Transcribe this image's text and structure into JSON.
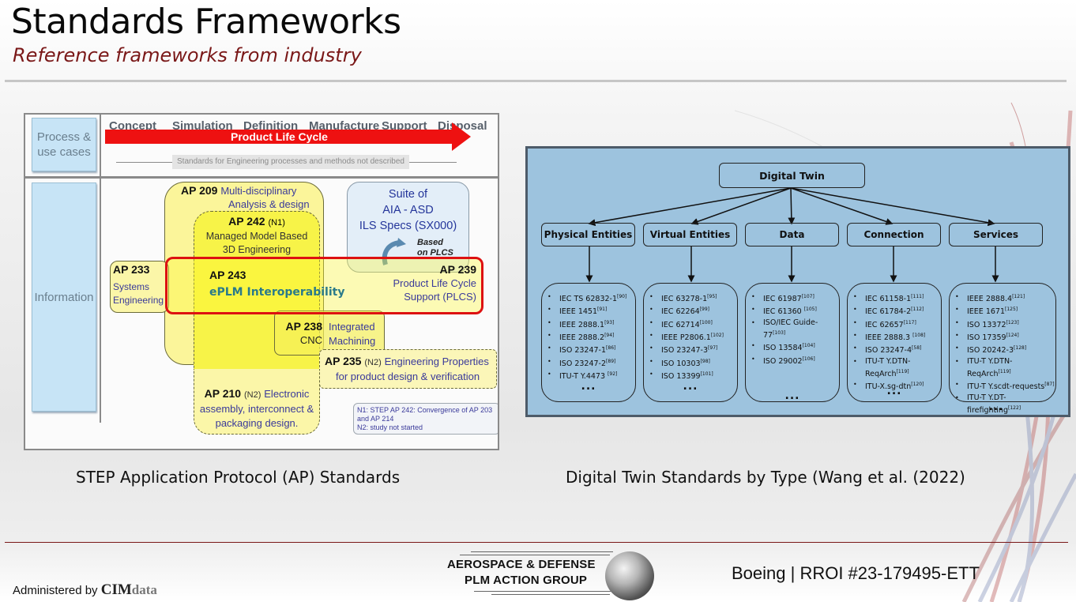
{
  "header": {
    "title": "Standards Frameworks",
    "subtitle": "Reference frameworks from industry"
  },
  "step_diagram": {
    "caption": "STEP Application Protocol (AP) Standards",
    "side_labels": {
      "process": "Process & use cases",
      "information": "Information"
    },
    "phases": [
      "Concept",
      "Simulation",
      "Definition",
      "Manufacture",
      "Support",
      "Disposal"
    ],
    "lifecycle_label": "Product Life Cycle",
    "engineering_note": "Standards for Engineering processes and methods not described",
    "protocols": {
      "ap209": {
        "num": "AP 209",
        "desc_1": "Multi-disciplinary",
        "desc_2": "Analysis & design"
      },
      "ap242": {
        "num": "AP 242",
        "note": "(N1)",
        "desc_1": "Managed Model Based",
        "desc_2": "3D Engineering"
      },
      "ap233": {
        "num": "AP 233",
        "desc_1": "Systems",
        "desc_2": "Engineering"
      },
      "ap243": {
        "num": "AP 243",
        "desc_1": "ePLM Interoperability"
      },
      "ap239": {
        "num": "AP 239",
        "desc_1": "Product Life Cycle",
        "desc_2": "Support (PLCS)"
      },
      "ap238": {
        "num": "AP 238",
        "sub": "CNC",
        "desc_1": "Integrated",
        "desc_2": "Machining"
      },
      "ap235": {
        "num": "AP 235",
        "note": "(N2)",
        "desc_1": "Engineering Properties",
        "desc_2": "for product design & verification"
      },
      "ap210": {
        "num": "AP 210",
        "note": "(N2)",
        "desc_1": "Electronic",
        "desc_2": "assembly, interconnect &",
        "desc_3": "packaging design."
      }
    },
    "suite": {
      "line_1": "Suite of",
      "line_2": "AIA  - ASD",
      "line_3": "ILS Specs (SX000)",
      "based_1": "Based",
      "based_2": "on PLCS"
    },
    "notes": {
      "n1": "N1: STEP AP 242: Convergence of AP 203 and AP 214",
      "n2": "N2: study not started"
    }
  },
  "dt_diagram": {
    "caption": "Digital Twin Standards by Type (Wang et al. (2022)",
    "root": "Digital Twin",
    "ellipsis": "...",
    "categories": [
      {
        "name": "Physical Entities",
        "items": [
          {
            "t": "IEC TS 62832-1",
            "r": "[90]"
          },
          {
            "t": "IEEE 1451",
            "r": "[91]"
          },
          {
            "t": "IEEE 2888.1",
            "r": "[93]"
          },
          {
            "t": "IEEE 2888.2",
            "r": "[94]"
          },
          {
            "t": "ISO 23247-1",
            "r": "[86]"
          },
          {
            "t": "ISO 23247-2",
            "r": "[89]"
          },
          {
            "t": "ITU-T Y.4473 ",
            "r": "[92]"
          }
        ]
      },
      {
        "name": "Virtual Entities",
        "items": [
          {
            "t": "IEC 63278-1",
            "r": "[95]"
          },
          {
            "t": "IEC 62264",
            "r": "[99]"
          },
          {
            "t": "IEC 62714",
            "r": "[100]"
          },
          {
            "t": "IEEE P2806.1",
            "r": "[102]"
          },
          {
            "t": "ISO 23247-3",
            "r": "[97]"
          },
          {
            "t": "ISO 10303",
            "r": "[98]"
          },
          {
            "t": "ISO 13399",
            "r": "[101]"
          }
        ]
      },
      {
        "name": "Data",
        "items": [
          {
            "t": "IEC 61987",
            "r": "[107]"
          },
          {
            "t": "IEC 61360 ",
            "r": "[105]"
          },
          {
            "t": "ISO/IEC Guide-77",
            "r": "[103]"
          },
          {
            "t": "ISO 13584",
            "r": "[104]"
          },
          {
            "t": "ISO 29002",
            "r": "[106]"
          }
        ]
      },
      {
        "name": "Connection",
        "items": [
          {
            "t": "IEC 61158-1",
            "r": "[111]"
          },
          {
            "t": "IEC 61784-2",
            "r": "[112]"
          },
          {
            "t": "IEC 62657",
            "r": "[117]"
          },
          {
            "t": "IEEE 2888.3 ",
            "r": "[108]"
          },
          {
            "t": "ISO 23247-4",
            "r": "[58]"
          },
          {
            "t": "ITU-T Y.DTN-ReqArch",
            "r": "[119]"
          },
          {
            "t": "ITU-X.sg-dtn",
            "r": "[120]"
          }
        ]
      },
      {
        "name": "Services",
        "items": [
          {
            "t": "IEEE 2888.4",
            "r": "[121]"
          },
          {
            "t": "IEEE 1671",
            "r": "[125]"
          },
          {
            "t": "ISO 13372",
            "r": "[123]"
          },
          {
            "t": "ISO 17359",
            "r": "[124]"
          },
          {
            "t": "ISO 20242-3",
            "r": "[128]"
          },
          {
            "t": "ITU-T Y.DTN-ReqArch",
            "r": "[119]"
          },
          {
            "t": "ITU-T Y.scdt-requests",
            "r": "[87]"
          },
          {
            "t": "ITU-T Y.DT-firefighting",
            "r": "[122]"
          }
        ]
      }
    ]
  },
  "footer": {
    "administered_by": "Administered by ",
    "cim_logo_1": "CIM",
    "cim_logo_2": "data",
    "group_line_1": "AEROSPACE & DEFENSE",
    "group_line_2": "PLM ACTION GROUP",
    "reference": "Boeing | RROI #23-179495-ETT"
  },
  "colors": {
    "accent_red": "#7a1818",
    "lifecycle_red": "#ee1111",
    "dt_background": "#9dc3de"
  }
}
